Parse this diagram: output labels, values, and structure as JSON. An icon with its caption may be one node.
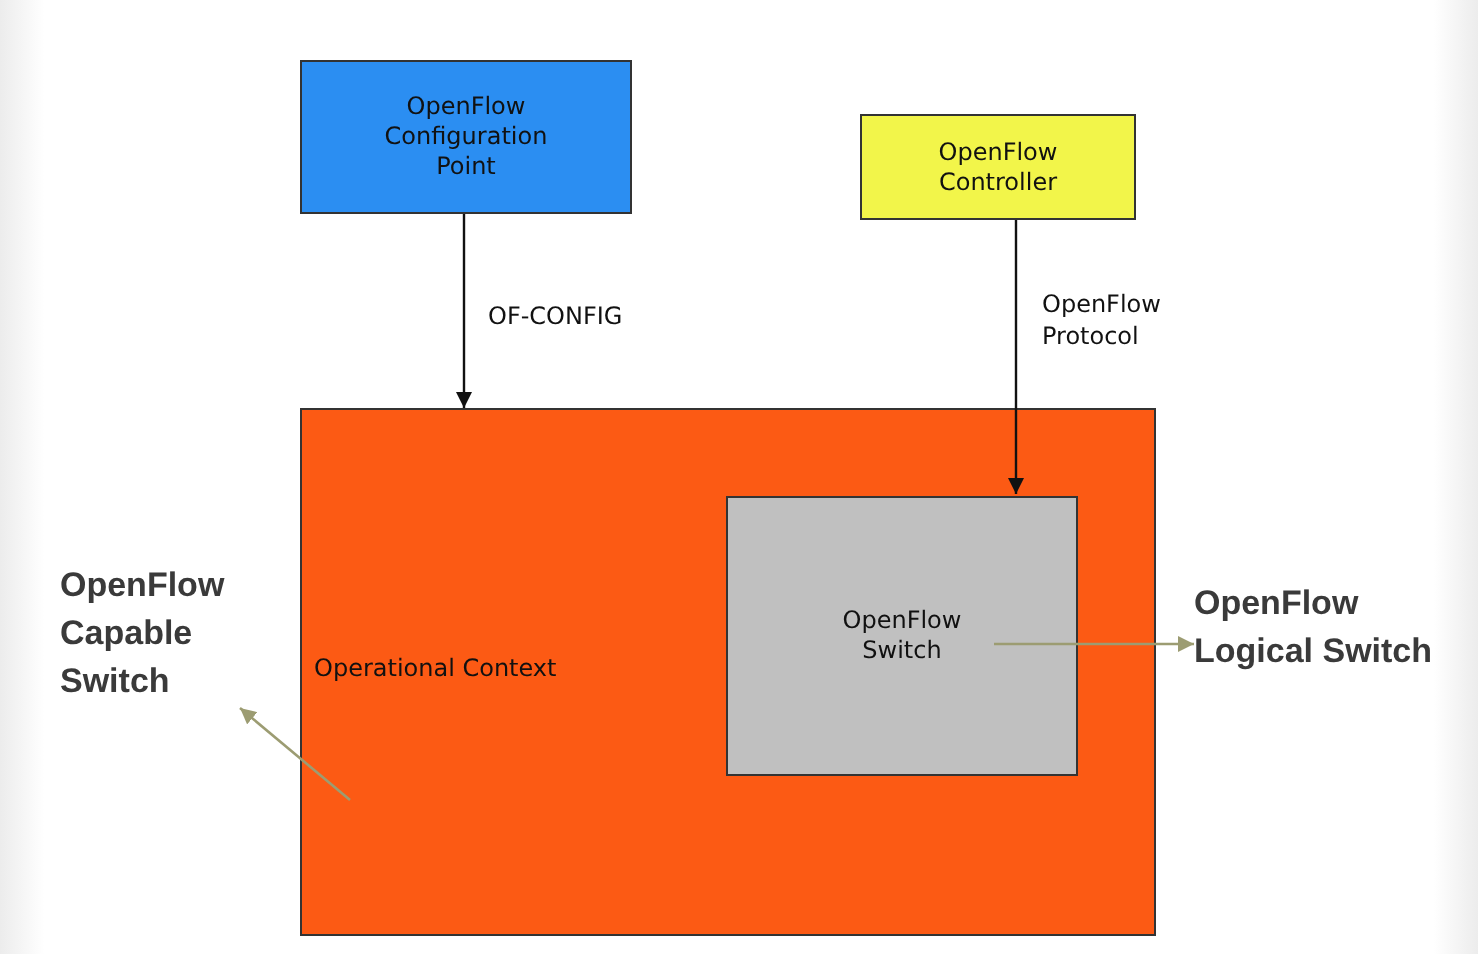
{
  "diagram": {
    "nodes": [
      {
        "text": [
          "OpenFlow Configuration Point"
        ]
      },
      {
        "text": [
          "OpenFlow Controller"
        ]
      },
      {
        "text": [
          "Operational Context"
        ]
      },
      {
        "text": [
          "OpenFlow Switch"
        ],
        "in": 2
      },
      {
        "text": [
          "OpenFlow Capable Switch"
        ]
      },
      {
        "text": [
          "OpenFlow Logical Switch"
        ]
      }
    ],
    "edges": [
      {
        "from": 0,
        "to": 2,
        "arrow": "to",
        "label": "OF-CONFIG"
      },
      {
        "from": 1,
        "to": 3,
        "arrow": "to",
        "label": "OpenFlow Protocol"
      },
      {
        "from": null,
        "to": 4,
        "arrow": "to",
        "color": "#9c9c72"
      },
      {
        "from": 3,
        "to": 5,
        "arrow": "to",
        "color": "#9c9c72"
      }
    ]
  }
}
